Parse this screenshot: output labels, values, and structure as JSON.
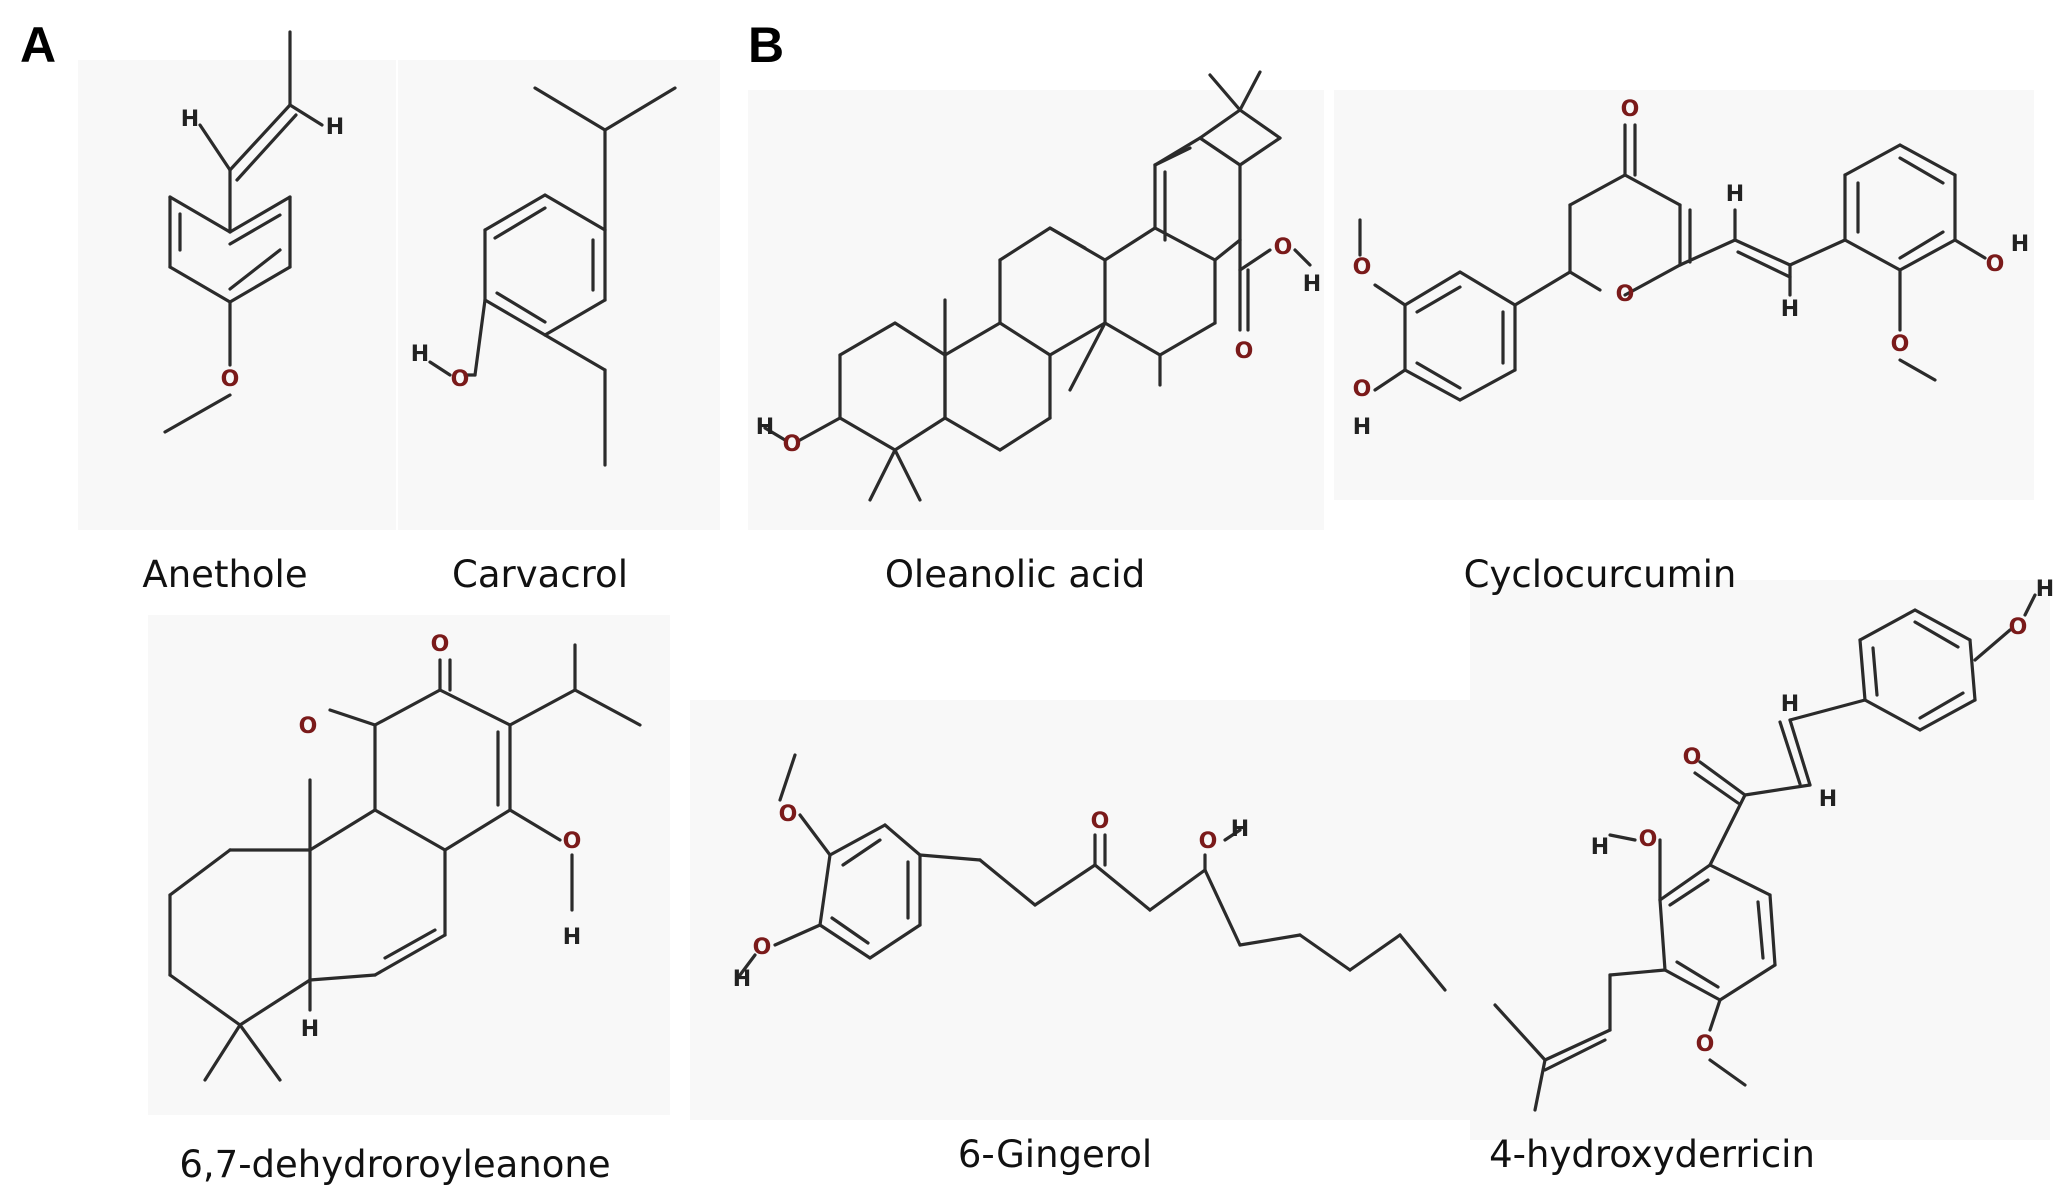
{
  "panels": {
    "A": "A",
    "B": "B"
  },
  "compounds": {
    "anethole": "Anethole",
    "carvacrol": "Carvacrol",
    "oleanolic": "Oleanolic acid",
    "cyclocurcumin": "Cyclocurcumin",
    "royleanone": "6,7-dehydroroyleanone",
    "gingerol": "6-Gingerol",
    "derricin": "4-hydroxyderricin"
  },
  "atoms": {
    "O": "O",
    "H": "H"
  },
  "colors": {
    "bond": "#2b2b2b",
    "oxygen": "#7a1a1a",
    "panel_background": "#f8f8f8"
  }
}
